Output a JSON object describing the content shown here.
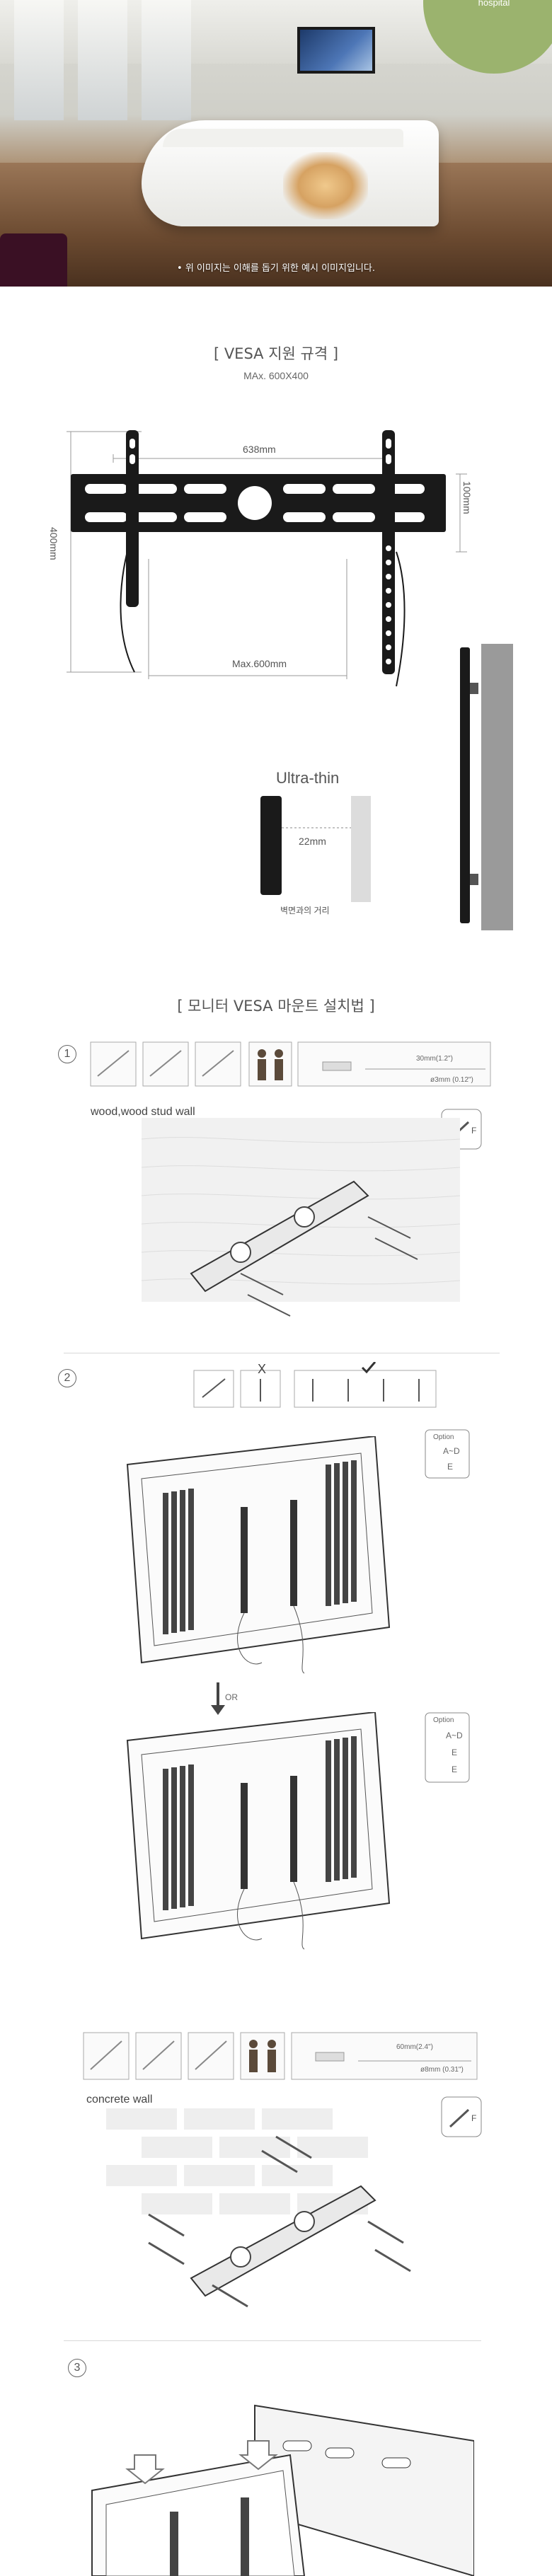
{
  "hero": {
    "badge_text": "hospital",
    "caption": "• 위 이미지는 이해를 돕기 위한 예시 이미지입니다."
  },
  "vesa": {
    "title": "[ VESA 지원 규격 ]",
    "max": "MAx. 600X400",
    "dim_width": "638mm",
    "dim_height": "400mm",
    "dim_side": "100mm",
    "dim_max": "Max.600mm",
    "ultra_thin_label": "Ultra-thin",
    "depth": "22mm",
    "wall_distance_label": "벽면과의 거리"
  },
  "install": {
    "title": "[ 모니터 VESA 마운트 설치법 ]",
    "step1": {
      "number": "1",
      "drill_size": "30mm(1.2\")",
      "drill_depth": "ø3mm (0.12\")",
      "wall_label": "wood,wood stud wall"
    },
    "step2": {
      "number": "2",
      "no_mark": "X",
      "or_label": "OR",
      "option_label": "Option",
      "option_a_d": "A~D",
      "option_e": "E"
    },
    "concrete": {
      "drill_size": "60mm(2.4\")",
      "drill_depth": "ø8mm (0.31\")",
      "wall_label": "concrete wall"
    },
    "step3": {
      "number": "3"
    }
  }
}
